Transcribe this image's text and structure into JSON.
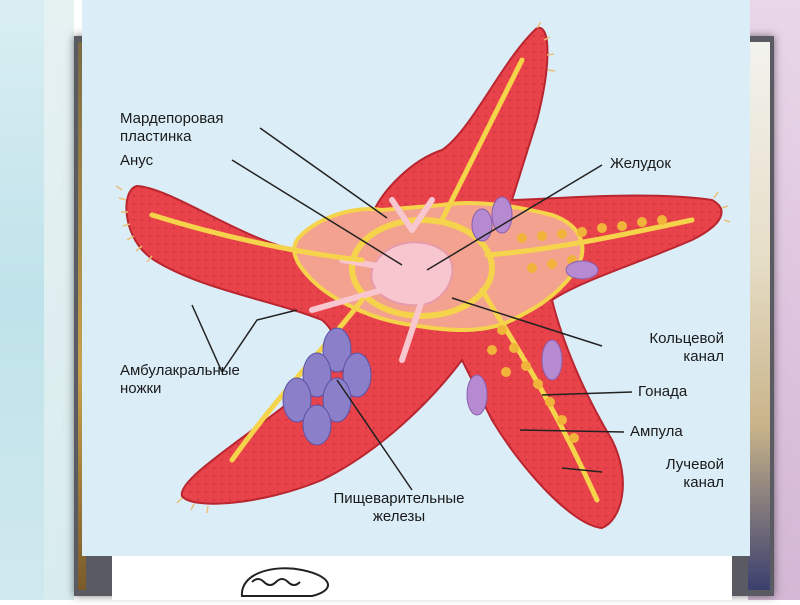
{
  "labels": {
    "madreporic_plate": "Мардепоровая\nпластинка",
    "anus": "Анус",
    "stomach": "Желудок",
    "ambulacral_feet": "Амбулакральные\nножки",
    "ring_canal": "Кольцевой\nканал",
    "gonad": "Гонада",
    "ampulla": "Ампула",
    "radial_canal": "Лучевой\nканал",
    "digestive_glands": "Пищеварительные\nжелезы"
  },
  "colors": {
    "body": "#e8434a",
    "body_dark": "#c92f38",
    "canal": "#f5d34a",
    "gland": "#8a7fc8",
    "stomach": "#f7c6cf",
    "panel": "#dbeef8"
  },
  "icons": [
    "starfish-illustration"
  ]
}
